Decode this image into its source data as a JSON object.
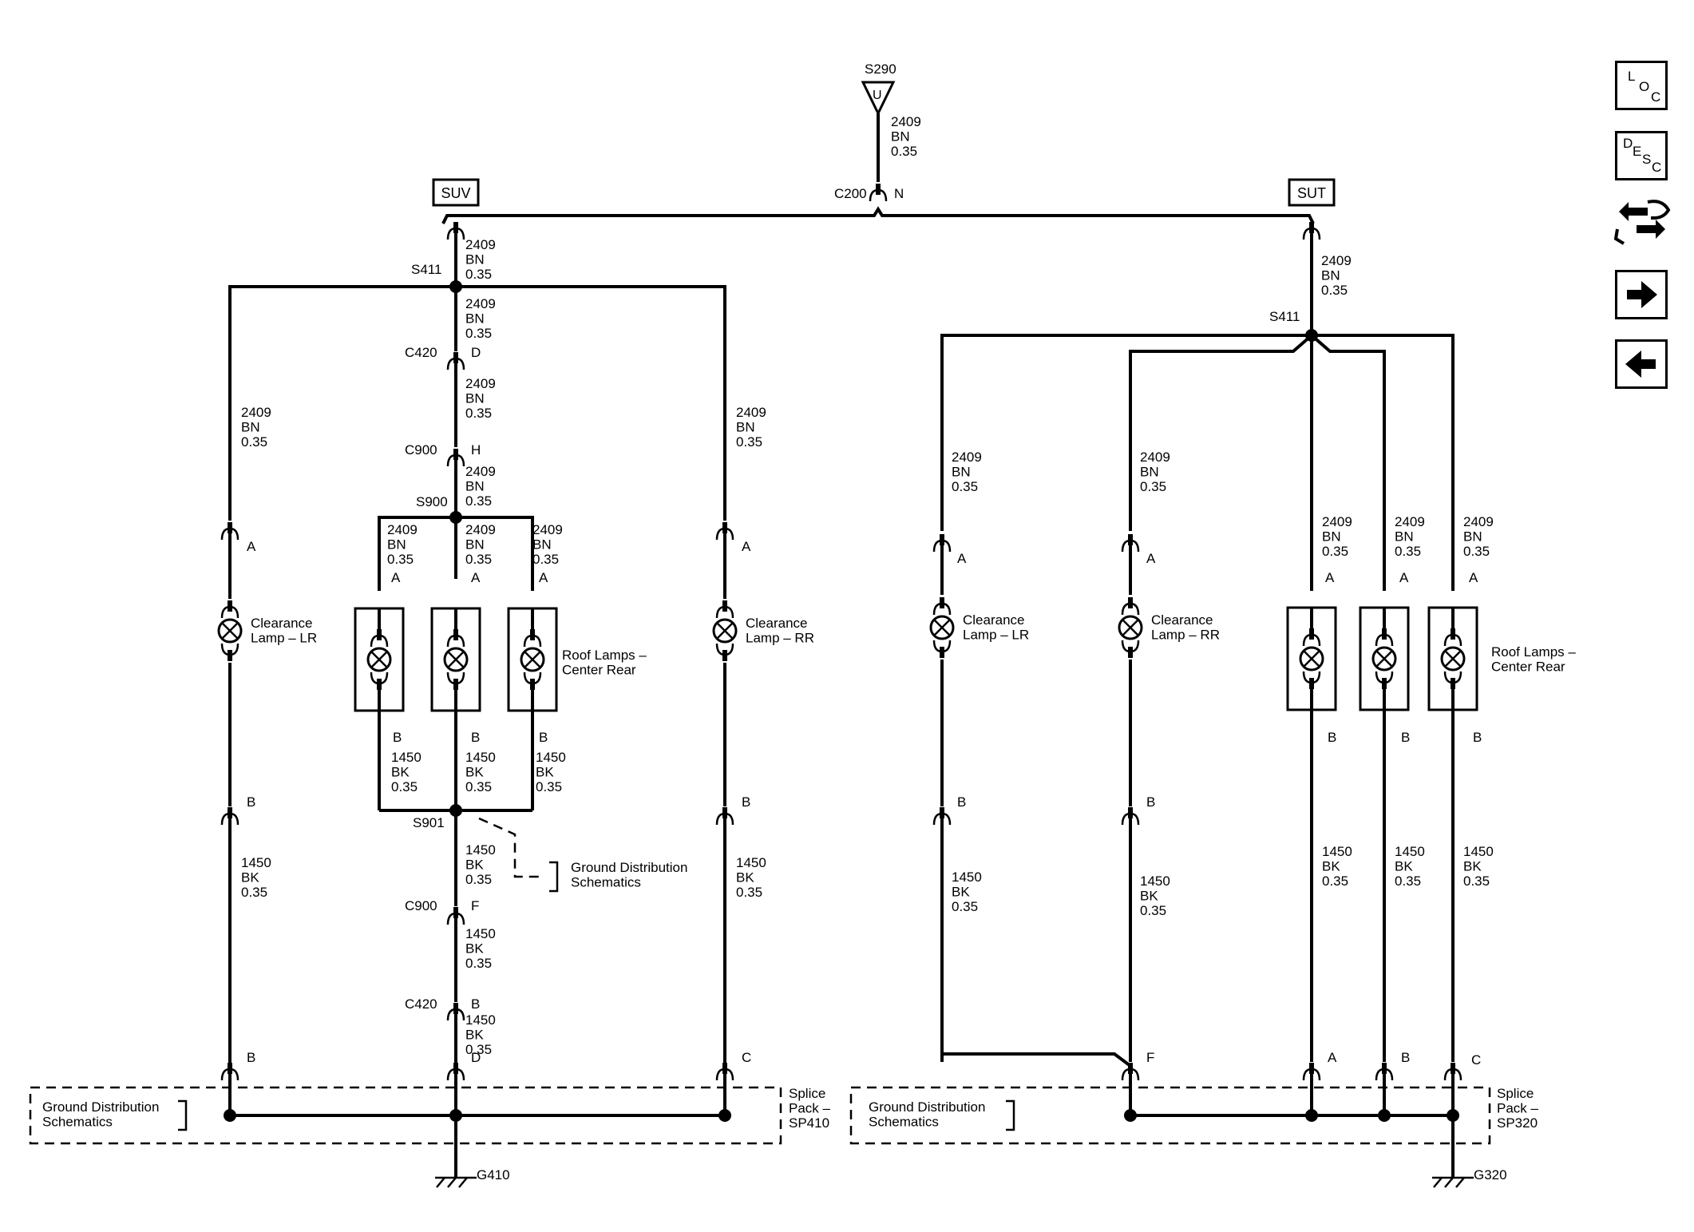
{
  "nav": {
    "loc": [
      "L",
      "O",
      "C"
    ],
    "desc": [
      "D",
      "E",
      "S",
      "C"
    ]
  },
  "source": {
    "splice": "S290",
    "symbol": "U",
    "circuit": "2409",
    "color": "BN",
    "gauge": "0.35",
    "connector": "C200",
    "pin": "N"
  },
  "variants": {
    "suv": "SUV",
    "sut": "SUT"
  },
  "suv": {
    "wires": [
      [
        "2409",
        "BN",
        "0.35"
      ],
      [
        "2409",
        "BN",
        "0.35"
      ],
      [
        "2409",
        "BN",
        "0.35"
      ],
      [
        "2409",
        "BN",
        "0.35"
      ],
      [
        "2409",
        "BN",
        "0.35"
      ],
      [
        "2409",
        "BN",
        "0.35"
      ],
      [
        "2409",
        "BN",
        "0.35"
      ],
      [
        "2409",
        "BN",
        "0.35"
      ],
      [
        "2409",
        "BN",
        "0.35"
      ],
      [
        "1450",
        "BK",
        "0.35"
      ],
      [
        "1450",
        "BK",
        "0.35"
      ],
      [
        "1450",
        "BK",
        "0.35"
      ],
      [
        "1450",
        "BK",
        "0.35"
      ],
      [
        "1450",
        "BK",
        "0.35"
      ],
      [
        "1450",
        "BK",
        "0.35"
      ],
      [
        "1450",
        "BK",
        "0.35"
      ],
      [
        "1450",
        "BK",
        "0.35"
      ]
    ],
    "splices": [
      "S411",
      "S900",
      "S901"
    ],
    "connectors": [
      "C420",
      "D",
      "C900",
      "H",
      "C900",
      "F",
      "C420",
      "B"
    ],
    "pins": [
      "A",
      "A",
      "A",
      "A",
      "A",
      "B",
      "B",
      "B",
      "B",
      "B",
      "B",
      "D",
      "C"
    ],
    "lamps": {
      "left": [
        "Clearance",
        "Lamp – LR"
      ],
      "right": [
        "Clearance",
        "Lamp – RR"
      ],
      "roof": [
        "Roof Lamps –",
        "Center Rear"
      ]
    },
    "ground_ref": [
      "Ground Distribution",
      "Schematics"
    ],
    "splice_pack": [
      "Splice",
      "Pack –",
      "SP410"
    ],
    "ground": "G410"
  },
  "sut": {
    "wires": [
      [
        "2409",
        "BN",
        "0.35"
      ],
      [
        "2409",
        "BN",
        "0.35"
      ],
      [
        "2409",
        "BN",
        "0.35"
      ],
      [
        "2409",
        "BN",
        "0.35"
      ],
      [
        "2409",
        "BN",
        "0.35"
      ],
      [
        "2409",
        "BN",
        "0.35"
      ],
      [
        "1450",
        "BK",
        "0.35"
      ],
      [
        "1450",
        "BK",
        "0.35"
      ],
      [
        "1450",
        "BK",
        "0.35"
      ],
      [
        "1450",
        "BK",
        "0.35"
      ],
      [
        "1450",
        "BK",
        "0.35"
      ]
    ],
    "splice": "S411",
    "pins": [
      "A",
      "A",
      "A",
      "A",
      "A",
      "B",
      "B",
      "B",
      "B",
      "B",
      "F",
      "A",
      "B",
      "C"
    ],
    "lamps": {
      "left": [
        "Clearance",
        "Lamp – LR"
      ],
      "right": [
        "Clearance",
        "Lamp – RR"
      ],
      "roof": [
        "Roof Lamps –",
        "Center Rear"
      ]
    },
    "ground_ref": [
      "Ground Distribution",
      "Schematics"
    ],
    "splice_pack": [
      "Splice",
      "Pack –",
      "SP320"
    ],
    "ground": "G320"
  }
}
